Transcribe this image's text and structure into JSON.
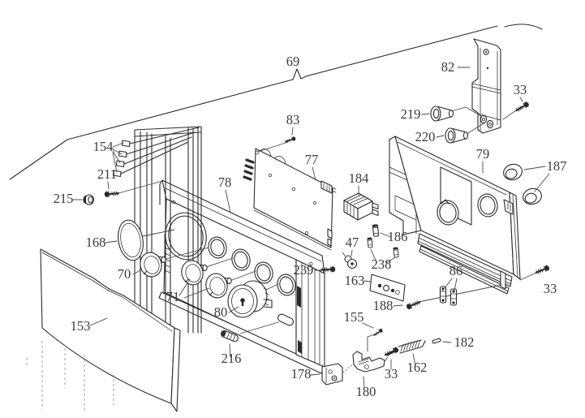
{
  "colors": {
    "line": "#2b2b2b",
    "label": "#3a3a3a",
    "background": "#ffffff"
  },
  "diagram": {
    "type": "exploded-parts-diagram",
    "labels": [
      {
        "num": "69"
      },
      {
        "num": "82"
      },
      {
        "num": "33"
      },
      {
        "num": "219"
      },
      {
        "num": "220"
      },
      {
        "num": "79"
      },
      {
        "num": "187"
      },
      {
        "num": "83"
      },
      {
        "num": "77"
      },
      {
        "num": "154"
      },
      {
        "num": "211"
      },
      {
        "num": "215"
      },
      {
        "num": "78"
      },
      {
        "num": "184"
      },
      {
        "num": "168"
      },
      {
        "num": "186"
      },
      {
        "num": "70"
      },
      {
        "num": "47"
      },
      {
        "num": "239"
      },
      {
        "num": "238"
      },
      {
        "num": "163"
      },
      {
        "num": "86"
      },
      {
        "num": "71"
      },
      {
        "num": "80"
      },
      {
        "num": "188"
      },
      {
        "num": "33"
      },
      {
        "num": "153"
      },
      {
        "num": "155"
      },
      {
        "num": "182"
      },
      {
        "num": "216"
      },
      {
        "num": "162"
      },
      {
        "num": "178"
      },
      {
        "num": "33"
      },
      {
        "num": "180"
      }
    ]
  }
}
